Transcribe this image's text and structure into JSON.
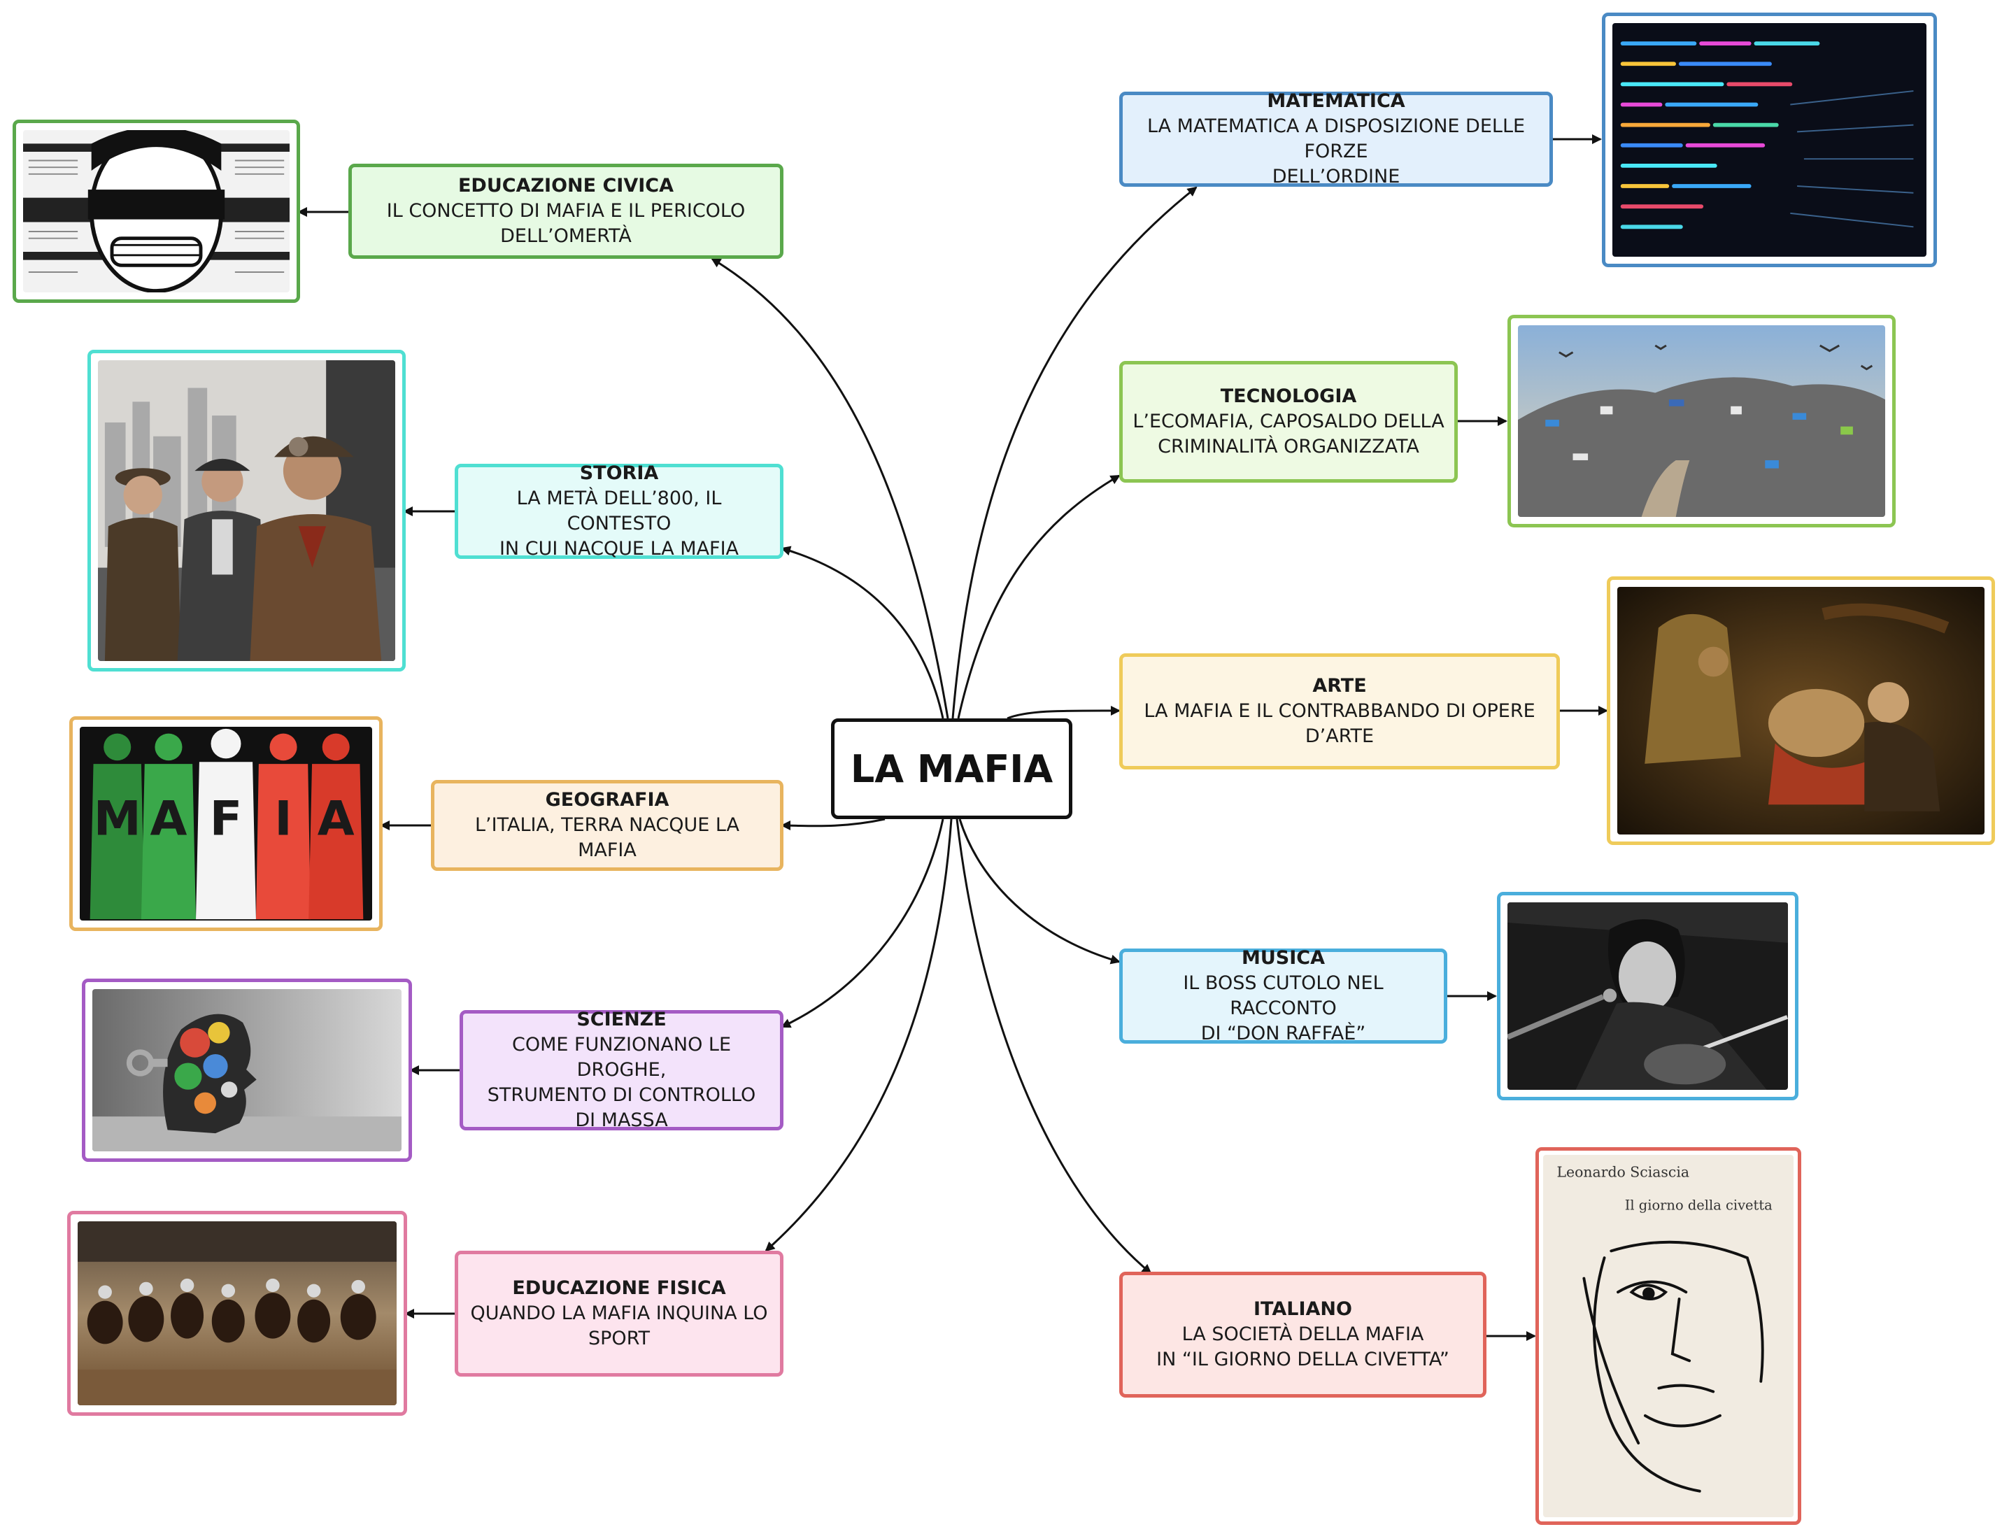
{
  "center": {
    "label": "LA MAFIA"
  },
  "branches": {
    "educazione_civica": {
      "title": "EDUCAZIONE CIVICA",
      "lines": [
        "IL CONCETTO DI MAFIA E IL PERICOLO",
        "DELL’OMERTÀ"
      ],
      "image": "censored-face-newspaper-image",
      "color": "#5aa84b"
    },
    "storia": {
      "title": "STORIA",
      "lines": [
        "LA METÀ DELL’800, IL CONTESTO",
        "IN CUI NACQUE LA MAFIA"
      ],
      "image": "gangsters-illustration-image",
      "color": "#4fdfd2"
    },
    "geografia": {
      "title": "GEOGRAFIA",
      "lines": [
        "L’ITALIA, TERRA NACQUE  LA MAFIA"
      ],
      "image": "mafia-italian-flag-silhouettes-image",
      "color": "#e8b45e"
    },
    "scienze": {
      "title": "SCIENZE",
      "lines": [
        "COME FUNZIONANO LE DROGHE,",
        "STRUMENTO DI CONTROLLO",
        "DI MASSA"
      ],
      "image": "drug-mind-head-image",
      "color": "#a45bc4"
    },
    "educazione_fisica": {
      "title": "EDUCAZIONE FISICA",
      "lines": [
        "QUANDO LA MAFIA INQUINA LO",
        "SPORT"
      ],
      "image": "horse-race-image",
      "color": "#e07aa0"
    },
    "matematica": {
      "title": "MATEMATICA",
      "lines": [
        "LA MATEMATICA A DISPOSIZIONE DELLE FORZE",
        "DELL’ORDINE"
      ],
      "image": "code-screen-image",
      "color": "#4a8ac4"
    },
    "tecnologia": {
      "title": "TECNOLOGIA",
      "lines": [
        "L’ECOMAFIA, CAPOSALDO DELLA",
        "CRIMINALITÀ ORGANIZZATA"
      ],
      "image": "landfill-image",
      "color": "#8cc552"
    },
    "arte": {
      "title": "ARTE",
      "lines": [
        "LA MAFIA E IL CONTRABBANDO DI OPERE D’ARTE"
      ],
      "image": "caravaggio-nativity-image",
      "color": "#efcb5a"
    },
    "musica": {
      "title": "MUSICA",
      "lines": [
        "IL BOSS CUTOLO NEL RACCONTO",
        "DI “DON RAFFAÈ”"
      ],
      "image": "singer-guitar-photo-image",
      "color": "#4aaedc"
    },
    "italiano": {
      "title": "ITALIANO",
      "lines": [
        "LA SOCIETÀ DELLA MAFIA",
        "IN “IL GIORNO DELLA CIVETTA”"
      ],
      "image": "book-cover-image",
      "color": "#e0645a"
    }
  },
  "book_cover": {
    "author": "Leonardo Sciascia",
    "title": "Il giorno della civetta"
  },
  "colors": {
    "educazione_civica_fill": "#e6fae3",
    "storia_fill": "#e4fbf9",
    "geografia_fill": "#fdf0e0",
    "scienze_fill": "#f3e3fb",
    "educazione_fisica_fill": "#fde4ee",
    "matematica_fill": "#e3f0fc",
    "tecnologia_fill": "#eefae3",
    "arte_fill": "#fdf5e3",
    "musica_fill": "#e4f5fc",
    "italiano_fill": "#fde6e4"
  }
}
